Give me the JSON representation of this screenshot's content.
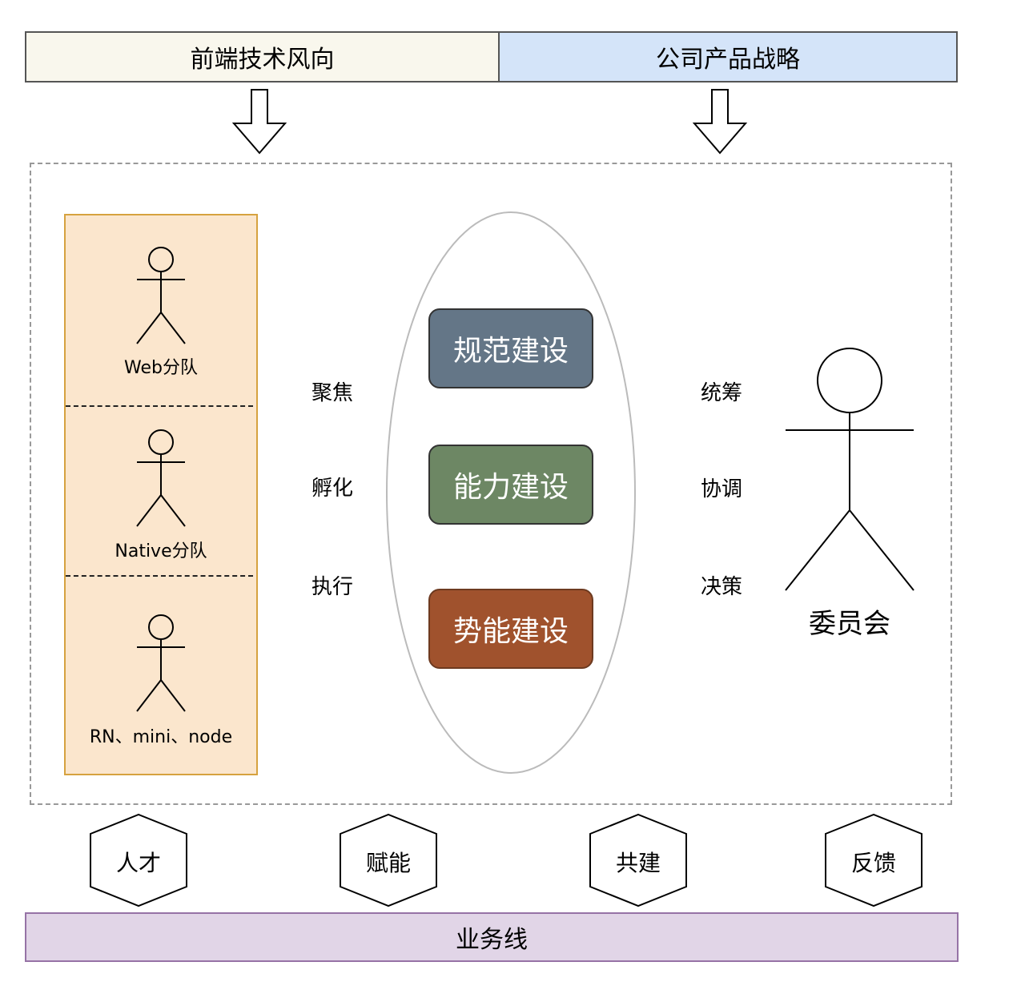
{
  "header": {
    "left_label": "前端技术风向",
    "right_label": "公司产品战略"
  },
  "teams": [
    {
      "label": "Web分队"
    },
    {
      "label": "Native分队"
    },
    {
      "label": "RN、mini、node"
    }
  ],
  "left_actions": [
    "聚焦",
    "孵化",
    "执行"
  ],
  "center_blocks": [
    {
      "label": "规范建设",
      "color": "#647687"
    },
    {
      "label": "能力建设",
      "color": "#6d8764"
    },
    {
      "label": "势能建设",
      "color": "#a0522d"
    }
  ],
  "right_actions": [
    "统筹",
    "协调",
    "决策"
  ],
  "committee": {
    "label": "委员会"
  },
  "hexagons": [
    "人才",
    "赋能",
    "共建",
    "反馈"
  ],
  "bottom_bar": {
    "label": "业务线"
  },
  "colors": {
    "left_header_bg": "#f9f7ed",
    "right_header_bg": "#d4e4f9",
    "team_panel_bg": "#fbe6cd",
    "team_panel_border": "#d6a23f",
    "bottom_bar_bg": "#e1d5e7",
    "bottom_bar_border": "#9673a6"
  }
}
